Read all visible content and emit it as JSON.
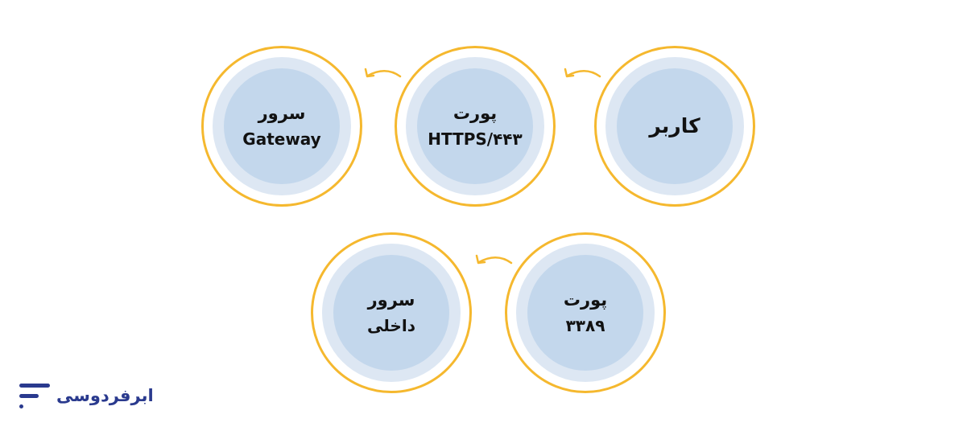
{
  "diagram": {
    "nodes": {
      "user": {
        "line1": "کاربر"
      },
      "https_port": {
        "line1": "پورت",
        "line2": "HTTPS/۴۴۳"
      },
      "gateway": {
        "line1": "سرور",
        "line2": "Gateway"
      },
      "rdp_port": {
        "line1": "پورت",
        "line2": "۳۳۸۹"
      },
      "internal": {
        "line1": "سرور",
        "line2": "داخلی"
      }
    },
    "edges": [
      {
        "from": "user",
        "to": "https_port"
      },
      {
        "from": "https_port",
        "to": "gateway"
      },
      {
        "from": "rdp_port",
        "to": "internal"
      }
    ],
    "colors": {
      "circle_border": "#f5b82e",
      "ring": "#dde7f3",
      "core": "#c3d7ec",
      "arrow": "#f5b82e"
    }
  },
  "brand": {
    "name": "ابرفردوسی",
    "color": "#2a3a8e"
  }
}
